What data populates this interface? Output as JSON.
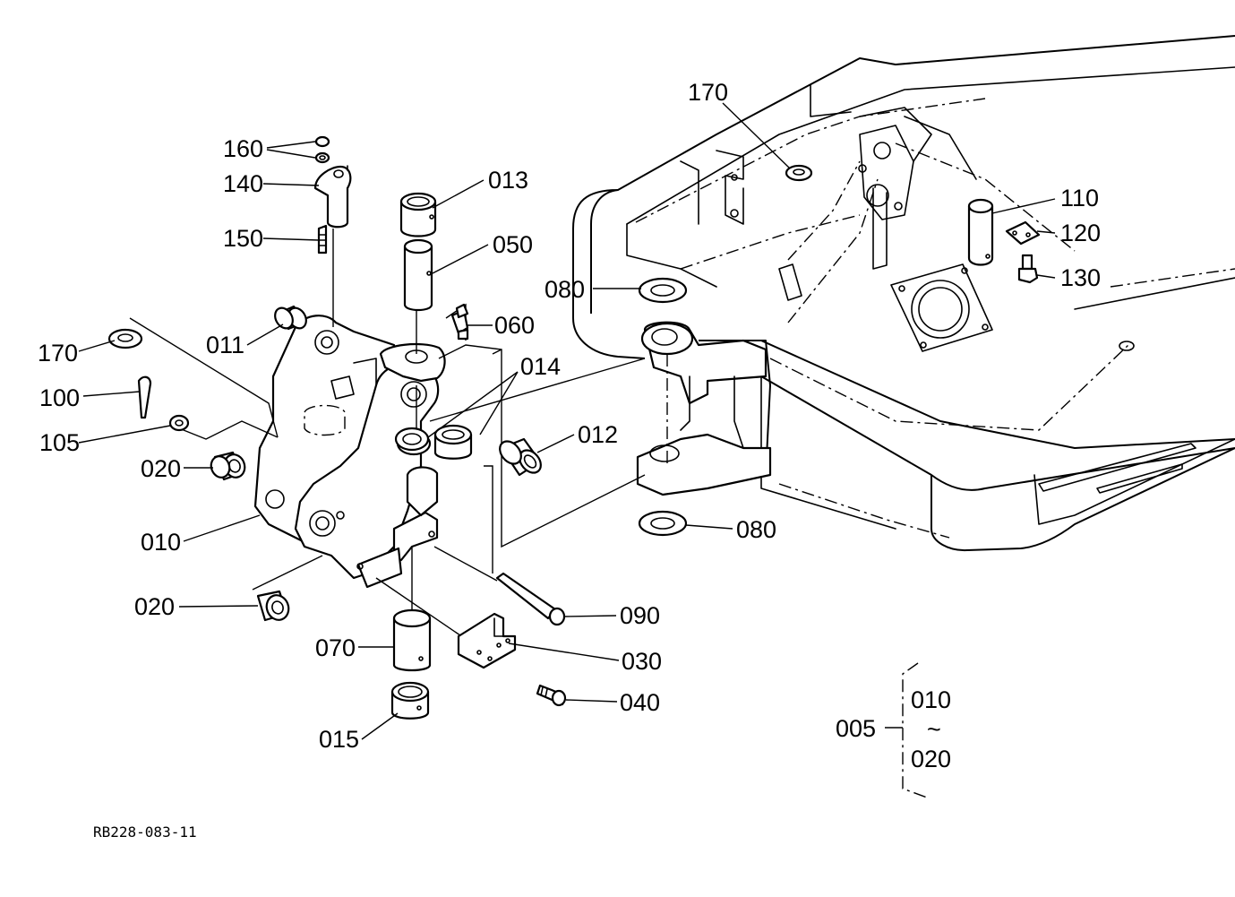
{
  "drawing_code": "RB228-083-11",
  "callouts": {
    "p160": "160",
    "p140": "140",
    "p150": "150",
    "p013": "013",
    "p050": "050",
    "p011": "011",
    "p060": "060",
    "p170_left": "170",
    "p014": "014",
    "p100": "100",
    "p105": "105",
    "p012": "012",
    "p020_upper": "020",
    "p010": "010",
    "p020_lower": "020",
    "p090": "090",
    "p070": "070",
    "p030": "030",
    "p040": "040",
    "p015": "015",
    "p170_right": "170",
    "p110": "110",
    "p120": "120",
    "p130": "130",
    "p080_upper": "080",
    "p080_lower": "080"
  },
  "assembly_note": {
    "parent": "005",
    "from": "010",
    "range_mark": "~",
    "to": "020"
  }
}
